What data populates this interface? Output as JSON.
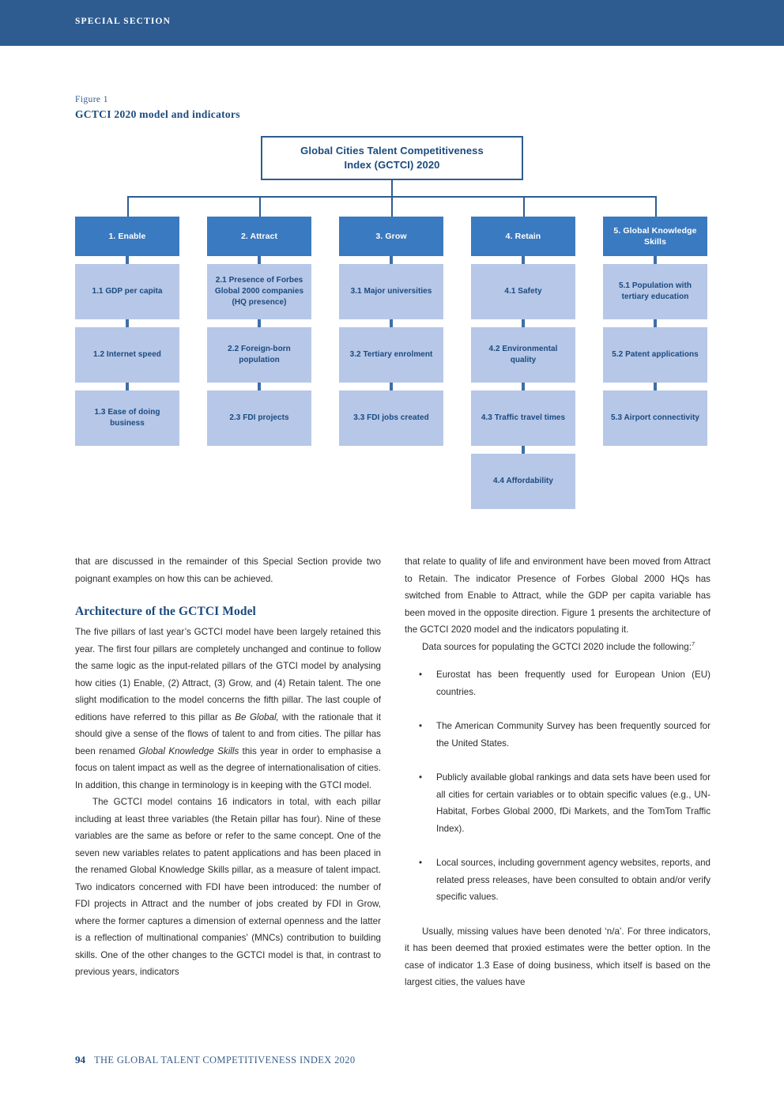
{
  "header": {
    "section_label": "SPECIAL SECTION",
    "banner_color": "#2e5c91"
  },
  "figure": {
    "number": "Figure 1",
    "title": "GCTCI 2020 model and indicators",
    "root": {
      "line1": "Global Cities Talent Competitiveness",
      "line2": "Index (GCTCI) 2020"
    },
    "colors": {
      "root_border": "#2e5c91",
      "root_text": "#1b4a7e",
      "pillar_fill": "#3a7ac0",
      "pillar_text": "#ffffff",
      "indicator_fill": "#b6c7e8",
      "indicator_text": "#1b4a7e",
      "connector": "#2e5c91"
    },
    "pillars": [
      {
        "label": "1. Enable",
        "indicators": [
          "1.1 GDP per capita",
          "1.2 Internet speed",
          "1.3 Ease of doing business"
        ]
      },
      {
        "label": "2. Attract",
        "indicators": [
          "2.1 Presence of Forbes Global 2000 companies (HQ presence)",
          "2.2 Foreign-born population",
          "2.3 FDI projects"
        ]
      },
      {
        "label": "3. Grow",
        "indicators": [
          "3.1 Major universities",
          "3.2 Tertiary enrolment",
          "3.3 FDI jobs created"
        ]
      },
      {
        "label": "4. Retain",
        "indicators": [
          "4.1 Safety",
          "4.2 Environmental quality",
          "4.3 Traffic travel times",
          "4.4 Affordability"
        ]
      },
      {
        "label": "5. Global Knowledge Skills",
        "indicators": [
          "5.1 Population with tertiary education",
          "5.2 Patent applications",
          "5.3 Airport connectivity"
        ]
      }
    ]
  },
  "body": {
    "left": {
      "para_continued": "that are discussed in the remainder of this Special Section provide two poignant examples on how this can be achieved.",
      "heading": "Architecture of the GCTCI Model",
      "para1_a": "The five pillars of last year’s GCTCI model have been largely retained this year. The first four pillars are completely unchanged and continue to follow the same logic as the input-related pillars of the GTCI model by analysing how cities (1) Enable, (2) Attract, (3) Grow, and (4) Retain talent. The one slight modification to the model concerns the fifth pillar. The last couple of editions have referred to this pillar as ",
      "para1_em1": "Be Global,",
      "para1_b": " with the rationale that it should give a sense of the flows of talent to and from cities. The pillar has been renamed ",
      "para1_em2": "Global Knowledge Skills",
      "para1_c": " this year in order to emphasise a focus on talent impact as well as the degree of internationalisation of cities. In addition, this change in terminology is in keeping with the GTCI model.",
      "para2": "The GCTCI model contains 16 indicators in total, with each pillar including at least three variables (the Retain pillar has four). Nine of these variables are the same as before or refer to the same concept. One of the seven new variables relates to patent applications and has been placed in the renamed Global Knowledge Skills pillar, as a measure of talent impact. Two indicators concerned with FDI have been introduced: the number of FDI projects in Attract and the number of jobs created by FDI in Grow, where the former captures a dimension of external openness and the latter is a reflection of multinational companies’ (MNCs) contribution to building skills. One of the other changes to the GCTCI model is that, in contrast to previous years, indicators"
    },
    "right": {
      "para_continued": "that relate to quality of life and environment have been moved from Attract to Retain. The indicator Presence of Forbes Global 2000 HQs has switched from Enable to Attract, while the GDP per capita variable has been moved in the opposite direction. Figure 1 presents the architecture of the GCTCI 2020 model and the indicators populating it.",
      "para_sources_a": "Data sources for populating the GCTCI 2020 include the following:",
      "para_sources_footnote": "7",
      "bullet_marker": "•",
      "bullets": [
        "Eurostat has been frequently used for European Union (EU) countries.",
        "The American Community Survey has been frequently sourced for the United States.",
        "Publicly available global rankings and data sets have been used for all cities for certain variables or to obtain specific values (e.g., UN-Habitat, Forbes Global 2000, fDi Markets, and the TomTom Traffic Index).",
        "Local sources, including government agency websites, reports, and related press releases, have been consulted to obtain and/or verify specific values."
      ],
      "para_last": "Usually, missing values have been denoted ‘n/a’. For three indicators, it has been deemed that proxied estimates were the better option. In the case of indicator 1.3 Ease of doing business, which itself is based on the largest cities, the values have"
    }
  },
  "footer": {
    "page_number": "94",
    "title": "THE GLOBAL TALENT COMPETITIVENESS INDEX 2020"
  }
}
